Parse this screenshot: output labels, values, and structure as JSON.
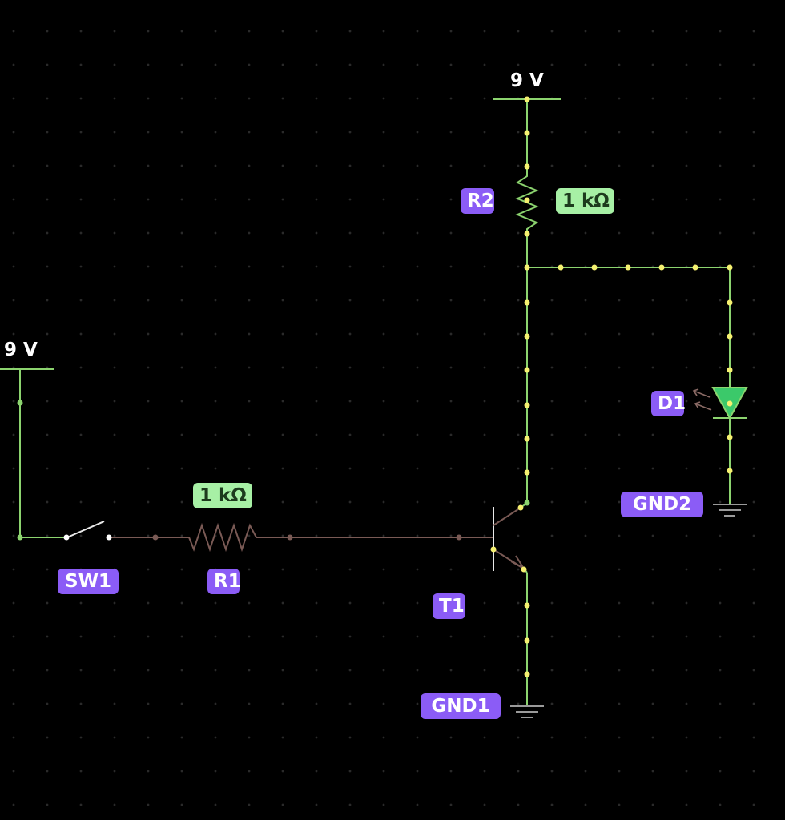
{
  "supplies": [
    {
      "name": "9V-top",
      "label": "9 V"
    },
    {
      "name": "9V-left",
      "label": "9 V"
    }
  ],
  "components": {
    "R2": {
      "label": "R2",
      "value": "1 kΩ"
    },
    "R1": {
      "label": "R1",
      "value": "1 kΩ"
    },
    "SW1": {
      "label": "SW1"
    },
    "T1": {
      "label": "T1"
    },
    "D1": {
      "label": "D1"
    },
    "GND1": {
      "label": "GND1"
    },
    "GND2": {
      "label": "GND2"
    }
  },
  "colors": {
    "live_wire": "#8cd46f",
    "dead_wire": "#7a5a55",
    "current_dot": "#f5f070",
    "label_bg": "#8b5cf6",
    "value_bg": "#a7f0a5",
    "led": "#3bc96a"
  }
}
